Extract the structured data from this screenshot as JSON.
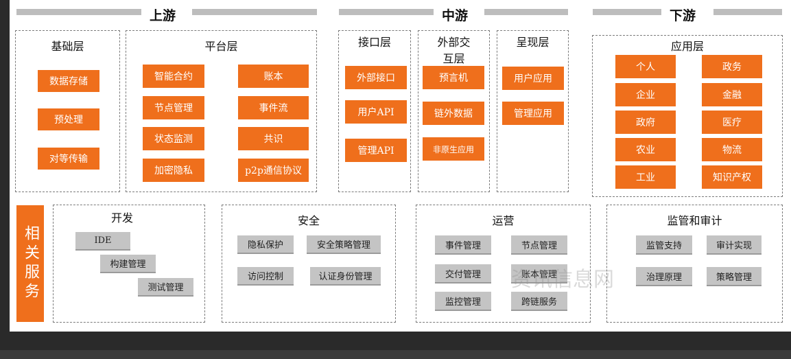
{
  "headers": {
    "upstream": "上游",
    "midstream": "中游",
    "downstream": "下游"
  },
  "upstream": {
    "base_layer": {
      "title": "基础层",
      "items": [
        "数据存储",
        "预处理",
        "对等传输"
      ]
    },
    "platform_layer": {
      "title": "平台层",
      "left": [
        "智能合约",
        "节点管理",
        "状态监测",
        "加密隐私"
      ],
      "right": [
        "账本",
        "事件流",
        "共识",
        "p2p通信协议"
      ]
    }
  },
  "midstream": {
    "interface_layer": {
      "title": "接口层",
      "items": [
        "外部接口",
        "用户API",
        "管理API"
      ]
    },
    "external_layer": {
      "title_line1": "外部交",
      "title_line2": "互层",
      "items": [
        "预言机",
        "链外数据",
        "非原生应用"
      ]
    },
    "presentation_layer": {
      "title": "呈现层",
      "items": [
        "用户应用",
        "管理应用"
      ]
    }
  },
  "downstream": {
    "application_layer": {
      "title": "应用层",
      "left": [
        "个人",
        "企业",
        "政府",
        "农业",
        "工业"
      ],
      "right": [
        "政务",
        "金融",
        "医疗",
        "物流",
        "知识产权"
      ]
    }
  },
  "related_services": {
    "label": "相关服务",
    "development": {
      "title": "开发",
      "items": [
        "IDE",
        "构建管理",
        "测试管理"
      ]
    },
    "security": {
      "title": "安全",
      "items": [
        "隐私保护",
        "安全策略管理",
        "访问控制",
        "认证身份管理"
      ]
    },
    "operations": {
      "title": "运营",
      "items": [
        "事件管理",
        "节点管理",
        "交付管理",
        "账本管理",
        "监控管理",
        "跨链服务"
      ]
    },
    "audit": {
      "title": "监管和审计",
      "items": [
        "监管支持",
        "审计实现",
        "治理原理",
        "策略管理"
      ]
    }
  },
  "watermark": "资讯信息网",
  "colors": {
    "accent": "#ef6f1c",
    "gray_box": "#c4c4c4",
    "stripe": "#bdbdbd"
  }
}
